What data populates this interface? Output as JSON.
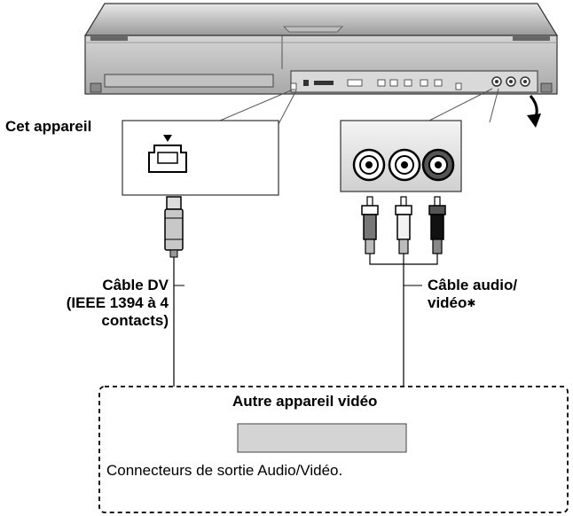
{
  "labels": {
    "this_unit": "Cet appareil",
    "dv_cable_line1": "Câble DV",
    "dv_cable_line2": "(IEEE 1394 à 4",
    "dv_cable_line3": "contacts)",
    "av_cable_line1": "Câble audio/",
    "av_cable_line2": "vidéo",
    "av_cable_note": "✱",
    "other_device_title": "Autre appareil vidéo",
    "output_connectors": "Connecteurs de sortie Audio/Vidéo."
  }
}
